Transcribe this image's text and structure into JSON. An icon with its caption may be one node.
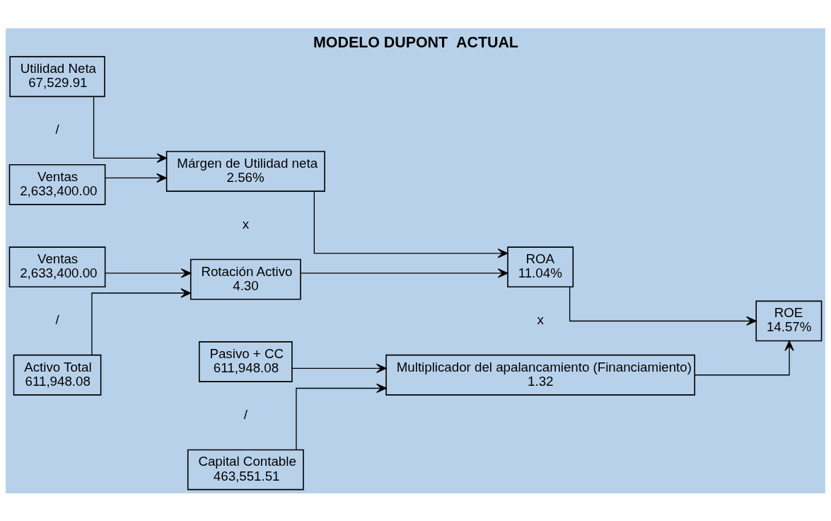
{
  "diagram": {
    "title": "MODELO DUPONT  ACTUAL",
    "nodes": [
      {
        "text": [
          "Utilidad Neta",
          "67,529.91"
        ]
      },
      {
        "text": [
          "Ventas",
          "2,633,400.00"
        ]
      },
      {
        "text": [
          "Márgen de Utilidad neta",
          "2.56%"
        ]
      },
      {
        "text": [
          "Ventas",
          "2,633,400.00"
        ]
      },
      {
        "text": [
          "Activo Total",
          "611,948.08"
        ]
      },
      {
        "text": [
          "Rotación Activo",
          "4.30"
        ]
      },
      {
        "text": [
          "ROA",
          "11.04%"
        ]
      },
      {
        "text": [
          "Pasivo + CC",
          "611,948.08"
        ]
      },
      {
        "text": [
          "Capital Contable",
          "463,551.51"
        ]
      },
      {
        "text": [
          "Multiplicador del apalancamiento (Financiamiento)",
          "1.32"
        ]
      },
      {
        "text": [
          "ROE",
          "14.57%"
        ]
      }
    ],
    "edges": [
      {
        "from": 0,
        "to": 2,
        "arrow": "to"
      },
      {
        "from": 1,
        "to": 2,
        "arrow": "to"
      },
      {
        "from": 3,
        "to": 5,
        "arrow": "to"
      },
      {
        "from": 4,
        "to": 5,
        "arrow": "to"
      },
      {
        "from": 2,
        "to": 6,
        "arrow": "to"
      },
      {
        "from": 5,
        "to": 6,
        "arrow": "to"
      },
      {
        "from": 7,
        "to": 9,
        "arrow": "to"
      },
      {
        "from": 8,
        "to": 9,
        "arrow": "to"
      },
      {
        "from": 6,
        "to": 10,
        "arrow": "to"
      },
      {
        "from": 9,
        "to": 10,
        "arrow": "to"
      }
    ],
    "labels": [
      "/",
      "x",
      "/",
      "x",
      "/"
    ]
  }
}
